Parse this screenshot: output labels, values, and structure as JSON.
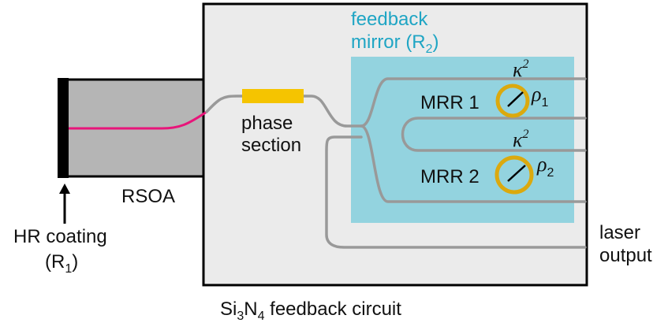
{
  "labels": {
    "feedback_mirror_line1": "feedback",
    "feedback_mirror_line2": "mirror (R",
    "feedback_mirror_sub": "2",
    "feedback_mirror_close": ")",
    "phase_line1": "phase",
    "phase_line2": "section",
    "mrr1": "MRR 1",
    "mrr2": "MRR 2",
    "kappa": "κ",
    "kappa_exp": "2",
    "rho": "ρ",
    "rho1_sub": "1",
    "rho2_sub": "2",
    "rsoa": "RSOA",
    "hr_line1": "HR coating",
    "hr_line2": "(R",
    "hr_sub": "1",
    "hr_close": ")",
    "laser_line1": "laser",
    "laser_line2": "output",
    "circuit_si": "Si",
    "circuit_3": "3",
    "circuit_n": "N",
    "circuit_4": "4",
    "circuit_rest": " feedback circuit"
  },
  "colors": {
    "chip_fill": "#ebebeb",
    "mirror_fill": "#93d3df",
    "mirror_text": "#1fa5c4",
    "rsoa_fill": "#b5b5b5",
    "waveguide": "#999999",
    "rsoa_waveguide": "#e8157a",
    "heater": "#f5c400",
    "ring": "#dba90e"
  }
}
